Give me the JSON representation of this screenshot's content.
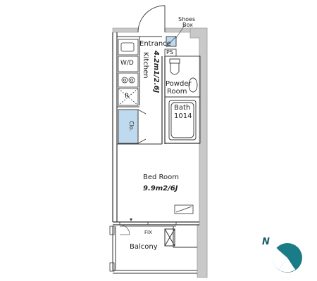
{
  "labels": {
    "shoes_box": [
      "Shoes",
      "Box"
    ],
    "entrance": "Entrance",
    "ps": "PS",
    "kitchen": "Kitchen",
    "kitchen_area": "4.2m1/2.6J",
    "wd": "W/D",
    "r": "R",
    "clo": "Clo.",
    "powder_room": [
      "Powder",
      "Room"
    ],
    "bath": "Bath",
    "bath_size": "1014",
    "bed_room": "Bed Room",
    "bed_room_area": "9.9m2/6J",
    "fix": "FIX",
    "balcony": "Balcony",
    "north": "N"
  },
  "colors": {
    "wall": "#c9c9c9",
    "wall_edge": "#9a9a9a",
    "line": "#333333",
    "closet": "#bfd9ef",
    "compass": "#1a7c87"
  }
}
